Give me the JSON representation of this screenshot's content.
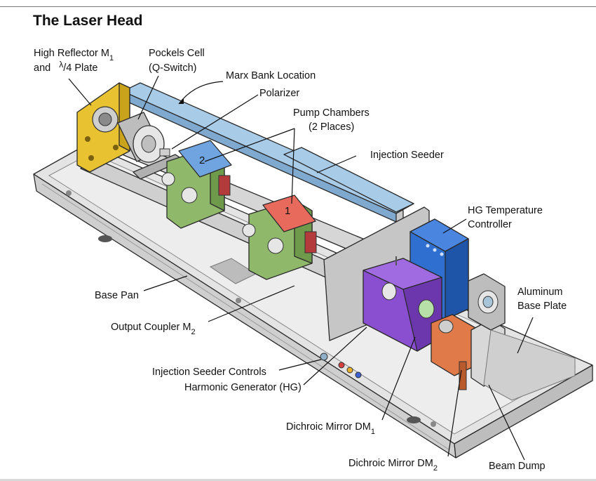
{
  "title": "The Laser Head",
  "chamber_numbers": {
    "rear": "2",
    "front": "1"
  },
  "labels": {
    "high_reflector": {
      "line1": "High Reflector M",
      "sub1": "1",
      "line2_prefix": "and ",
      "lambda": "λ",
      "quarter": "/4 Plate"
    },
    "pockels_cell": {
      "line1": "Pockels Cell",
      "line2": "(Q-Switch)"
    },
    "marx_bank": "Marx Bank Location",
    "polarizer": "Polarizer",
    "pump_chambers": {
      "line1": "Pump Chambers",
      "line2": "(2 Places)"
    },
    "injection_seeder": "Injection Seeder",
    "hg_temperature": {
      "line1": "HG Temperature",
      "line2": "Controller"
    },
    "aluminum_base": {
      "line1": "Aluminum",
      "line2": "Base Plate"
    },
    "base_pan": "Base Pan",
    "output_coupler": {
      "text": "Output Coupler M",
      "sub": "2"
    },
    "injection_controls": "Injection Seeder Controls",
    "harmonic_generator": "Harmonic Generator (HG)",
    "dichroic_1": {
      "text": "Dichroic Mirror DM",
      "sub": "1"
    },
    "dichroic_2": {
      "text": "Dichroic Mirror DM",
      "sub": "2"
    },
    "beam_dump": "Beam Dump"
  },
  "colors": {
    "high_reflector_mount": "#e8c230",
    "pump_chamber_body": "#8fb86a",
    "pump_chamber_top_2": "#6fa4e0",
    "pump_chamber_top_1": "#e86a5c",
    "injection_seeder": "#a8cbe8",
    "hg_controller": "#2f6fd0",
    "harmonic_generator": "#8a4fd0",
    "dichroic_mount": "#e07a48",
    "base_pan": "#d9d9d9"
  }
}
